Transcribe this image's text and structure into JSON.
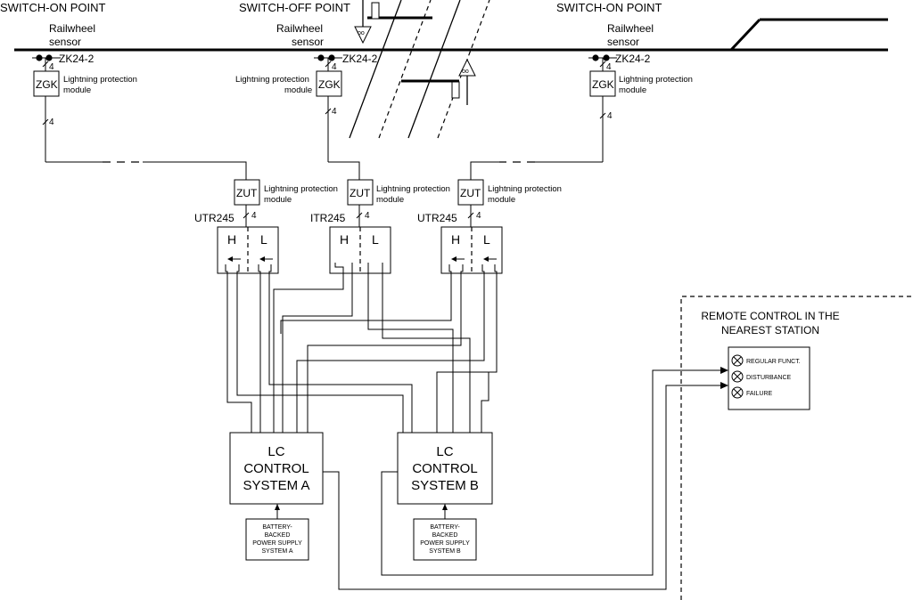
{
  "points": {
    "switch_on_left": "SWITCH-ON POINT",
    "switch_off": "SWITCH-OFF POINT",
    "switch_on_right": "SWITCH-ON POINT"
  },
  "railwheel": {
    "line1": "Railwheel",
    "line2": "sensor",
    "sensor_code": "ZK24-2",
    "wire_count": "4"
  },
  "lightning": {
    "zgk": "ZGK",
    "zut": "ZUT",
    "line1": "Lightning protection",
    "line2": "module"
  },
  "transmitters": {
    "left": "UTR245",
    "middle": "ITR245",
    "right": "UTR245",
    "h": "H",
    "l": "L"
  },
  "systems": {
    "a": [
      "LC",
      "CONTROL",
      "SYSTEM A"
    ],
    "b": [
      "LC",
      "CONTROL",
      "SYSTEM B"
    ]
  },
  "power": {
    "a": [
      "BATTERY-",
      "BACKED",
      "POWER SUPPLY",
      "SYSTEM A"
    ],
    "b": [
      "BATTERY-",
      "BACKED",
      "POWER SUPPLY",
      "SYSTEM B"
    ]
  },
  "remote": {
    "title1": "REMOTE CONTROL IN THE",
    "title2": "NEAREST STATION",
    "indicators": [
      "REGULAR FUNCT.",
      "DISTURBANCE",
      "FAILURE"
    ]
  }
}
